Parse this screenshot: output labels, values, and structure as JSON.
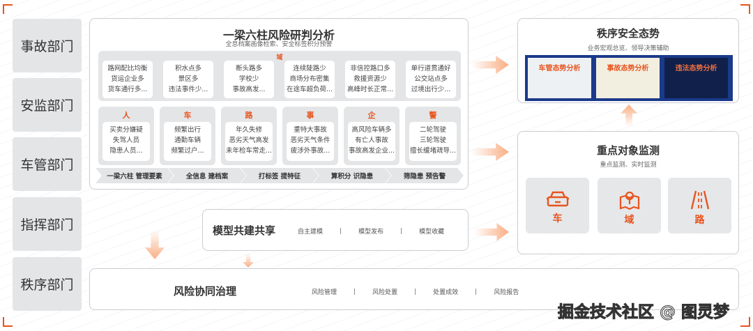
{
  "colors": {
    "accent": "#e8541e",
    "panel_gray": "#e4e5e7",
    "thumb_border": "#1a3a8a"
  },
  "departments": [
    "事故部门",
    "安监部门",
    "车管部门",
    "指挥部门",
    "秩序部门"
  ],
  "analysis": {
    "title": "一梁六柱风险研判分析",
    "subtitle": "全息档案画像检索、安全标签积分预警",
    "domain_label": "域",
    "domain_cards": [
      [
        "路网配比均衡",
        "货运企业多",
        "货车通行多..."
      ],
      [
        "积水点多",
        "景区多",
        "违法事件少..."
      ],
      [
        "断头路多",
        "学校少",
        "事故高发..."
      ],
      [
        "连续陡路少",
        "商场分布密集",
        "在途车超负荷..."
      ],
      [
        "非信控路口多",
        "救援资源少",
        "高峰时长正常..."
      ],
      [
        "单行道贯通好",
        "公交站点多",
        "过境出行少..."
      ]
    ],
    "pillars": [
      {
        "label": "人",
        "lines": [
          "买卖分嫌疑",
          "失驾人员",
          "隐患人员..."
        ]
      },
      {
        "label": "车",
        "lines": [
          "频繁出行",
          "通勤车辆",
          "频繁过户..."
        ]
      },
      {
        "label": "路",
        "lines": [
          "年久失修",
          "恶劣天气高发",
          "未年检车常走..."
        ]
      },
      {
        "label": "事",
        "lines": [
          "重特大事故",
          "恶劣天气条件",
          "疲涉外事故..."
        ]
      },
      {
        "label": "企",
        "lines": [
          "高风险车辆多",
          "有亡人事故",
          "事故高发企业..."
        ]
      },
      {
        "label": "警",
        "lines": [
          "二轮驾驶",
          "三轮驾驶",
          "擅长缓堵疏导..."
        ]
      }
    ],
    "steps": [
      "一梁六柱 管理要素",
      "全信息 建档案",
      "打标签 提特征",
      "算积分 识隐患",
      "筛隐患 预告警"
    ]
  },
  "model": {
    "title": "模型共建共享",
    "items": [
      "自主建模",
      "模型发布",
      "模型收藏"
    ]
  },
  "governance": {
    "title": "风险协同治理",
    "items": [
      "风险管理",
      "风险处置",
      "处置成效",
      "风险报告"
    ]
  },
  "situation": {
    "title": "秩序安全态势",
    "subtitle": "业务宏观总览、领导决策辅助",
    "thumbnails": [
      "车管态势分析",
      "事故态势分析",
      "违法态势分析"
    ]
  },
  "monitor": {
    "title": "重点对象监测",
    "subtitle": "重点监测、实时监测",
    "tiles": [
      {
        "label": "车",
        "icon": "car-icon"
      },
      {
        "label": "域",
        "icon": "map-pin-icon"
      },
      {
        "label": "路",
        "icon": "road-icon"
      }
    ]
  },
  "watermark": "掘金技术社区 @ 图灵梦"
}
